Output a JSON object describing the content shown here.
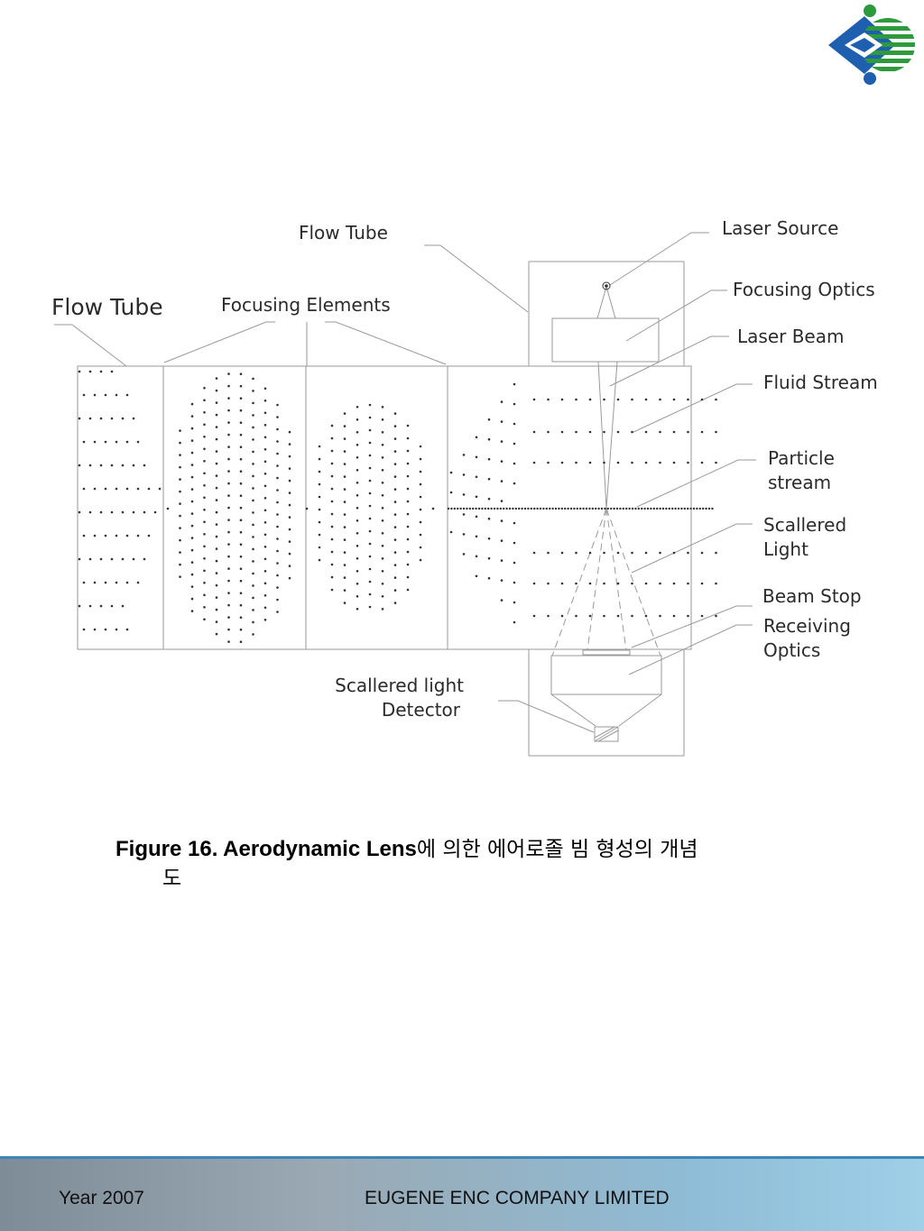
{
  "labels": {
    "flow_tube_top": "Flow Tube",
    "flow_tube_left": "Flow Tube",
    "focusing_elements": "Focusing Elements",
    "laser_source": "Laser Source",
    "focusing_optics": "Focusing Optics",
    "laser_beam": "Laser Beam",
    "fluid_stream": "Fluid Stream",
    "particle_stream_1": "Particle",
    "particle_stream_2": "stream",
    "scattered_light_1": "Scallered",
    "scattered_light_2": "Light",
    "beam_stop": "Beam Stop",
    "receiving_optics_1": "Receiving",
    "receiving_optics_2": "Optics",
    "detector_1": "Scallered light",
    "detector_2": "Detector"
  },
  "caption": {
    "bold": "Figure 16. Aerodynamic Lens",
    "korean_1": "에 의한 에어로졸 빔 형성의 개념",
    "korean_2": "도"
  },
  "footer": {
    "year": "Year 2007",
    "company": "EUGENE ENC COMPANY LIMITED"
  },
  "colors": {
    "logo_blue": "#1f5fb0",
    "logo_green": "#2e9a3e",
    "footer_border": "#3f86b8",
    "line": "#9a9a9a",
    "dot": "#333333"
  }
}
